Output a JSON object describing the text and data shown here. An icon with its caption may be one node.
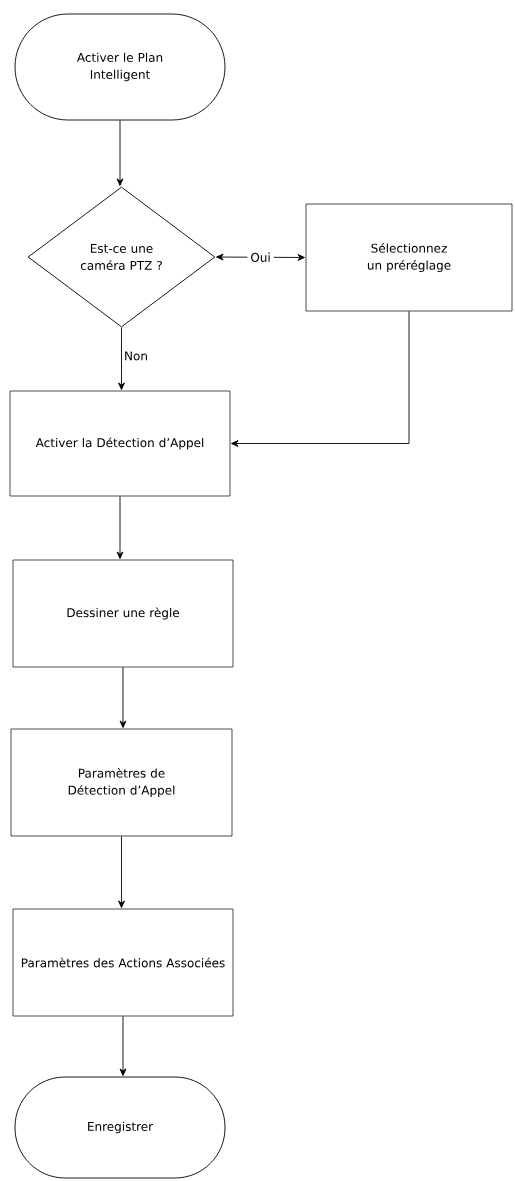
{
  "diagram": {
    "nodes": [
      {
        "text": [
          "Activer le Plan Intelligent"
        ]
      },
      {
        "text": [
          "Est-ce une caméra PTZ ?"
        ]
      },
      {
        "text": [
          "Sélectionnez un préréglage"
        ]
      },
      {
        "text": [
          "Activer la Détection d’Appel"
        ]
      },
      {
        "text": [
          "Dessiner une règle"
        ]
      },
      {
        "text": [
          "Paramètres de Détection d’Appel"
        ]
      },
      {
        "text": [
          "Paramètres des Actions Associées"
        ]
      },
      {
        "text": [
          "Enregistrer"
        ]
      }
    ],
    "edges": [
      {
        "from": 0,
        "to": 1,
        "arrow": "to"
      },
      {
        "from": 1,
        "to": 2,
        "arrow": "both",
        "label": "Oui"
      },
      {
        "from": 1,
        "to": 3,
        "arrow": "to",
        "label": "Non"
      },
      {
        "from": 2,
        "to": 3,
        "arrow": "to"
      },
      {
        "from": 3,
        "to": 4,
        "arrow": "to"
      },
      {
        "from": 4,
        "to": 5,
        "arrow": "to"
      },
      {
        "from": 5,
        "to": 6,
        "arrow": "to"
      },
      {
        "from": 6,
        "to": 7,
        "arrow": "to"
      }
    ]
  }
}
